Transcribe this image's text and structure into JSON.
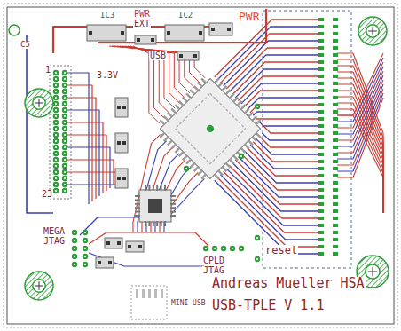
{
  "diagram": {
    "labels": [
      "C5",
      "IC3",
      "PWR",
      "EXT",
      "IC2",
      "USB",
      "3.3V",
      "PWR",
      "1",
      "23",
      "MEGA",
      "JTAG",
      "CPLD",
      "JTAG",
      "reset",
      "MINI-USB",
      "Andreas Mueller HSA",
      "USB-TPLE V 1.1"
    ]
  }
}
